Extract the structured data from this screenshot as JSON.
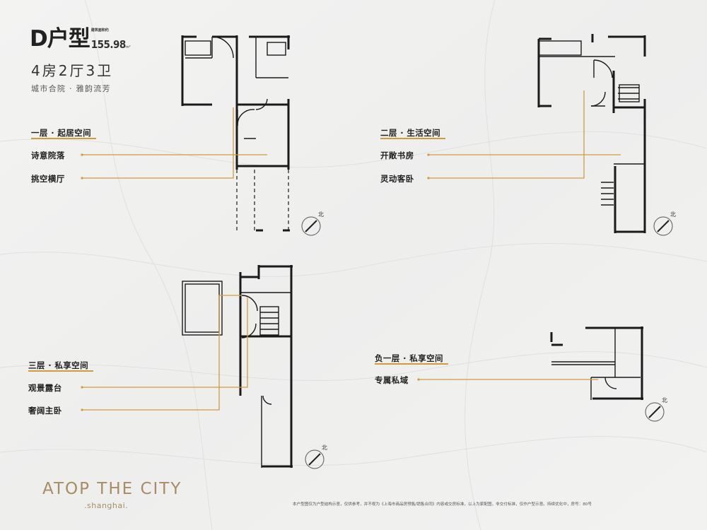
{
  "header": {
    "type_title": "D户型",
    "area_label": "建筑面积约",
    "area_value": "155.98",
    "area_unit": "m²",
    "rooms": "4房2厅3卫",
    "slogan": "城市合院 · 雅韵流芳"
  },
  "floors": {
    "floor1": {
      "title": "一层 · 起居空间",
      "items": [
        "诗意院落",
        "挑空横厅"
      ]
    },
    "floor2": {
      "title": "二层 · 生活空间",
      "items": [
        "开敞书房",
        "灵动客卧"
      ]
    },
    "floor3": {
      "title": "三层 · 私享空间",
      "items": [
        "观景露台",
        "奢阔主卧"
      ]
    },
    "basement": {
      "title": "负一层 · 私享空间",
      "items": [
        "专属私域"
      ]
    }
  },
  "compass_label": "北",
  "brand": {
    "name": "ATOP THE CITY",
    "sub": ".shanghai."
  },
  "disclaimer": "本户型图仅为户型结构示意，仅供参考，并不视为《上海市商品房预售/销售合同》内容或交房标准，以上为家配图，非交付标准，仅作户型示意。持续优化中，房号：80号",
  "colors": {
    "accent": "#d19a3f",
    "wall": "#1a1a1a",
    "brand": "#a88c63"
  }
}
